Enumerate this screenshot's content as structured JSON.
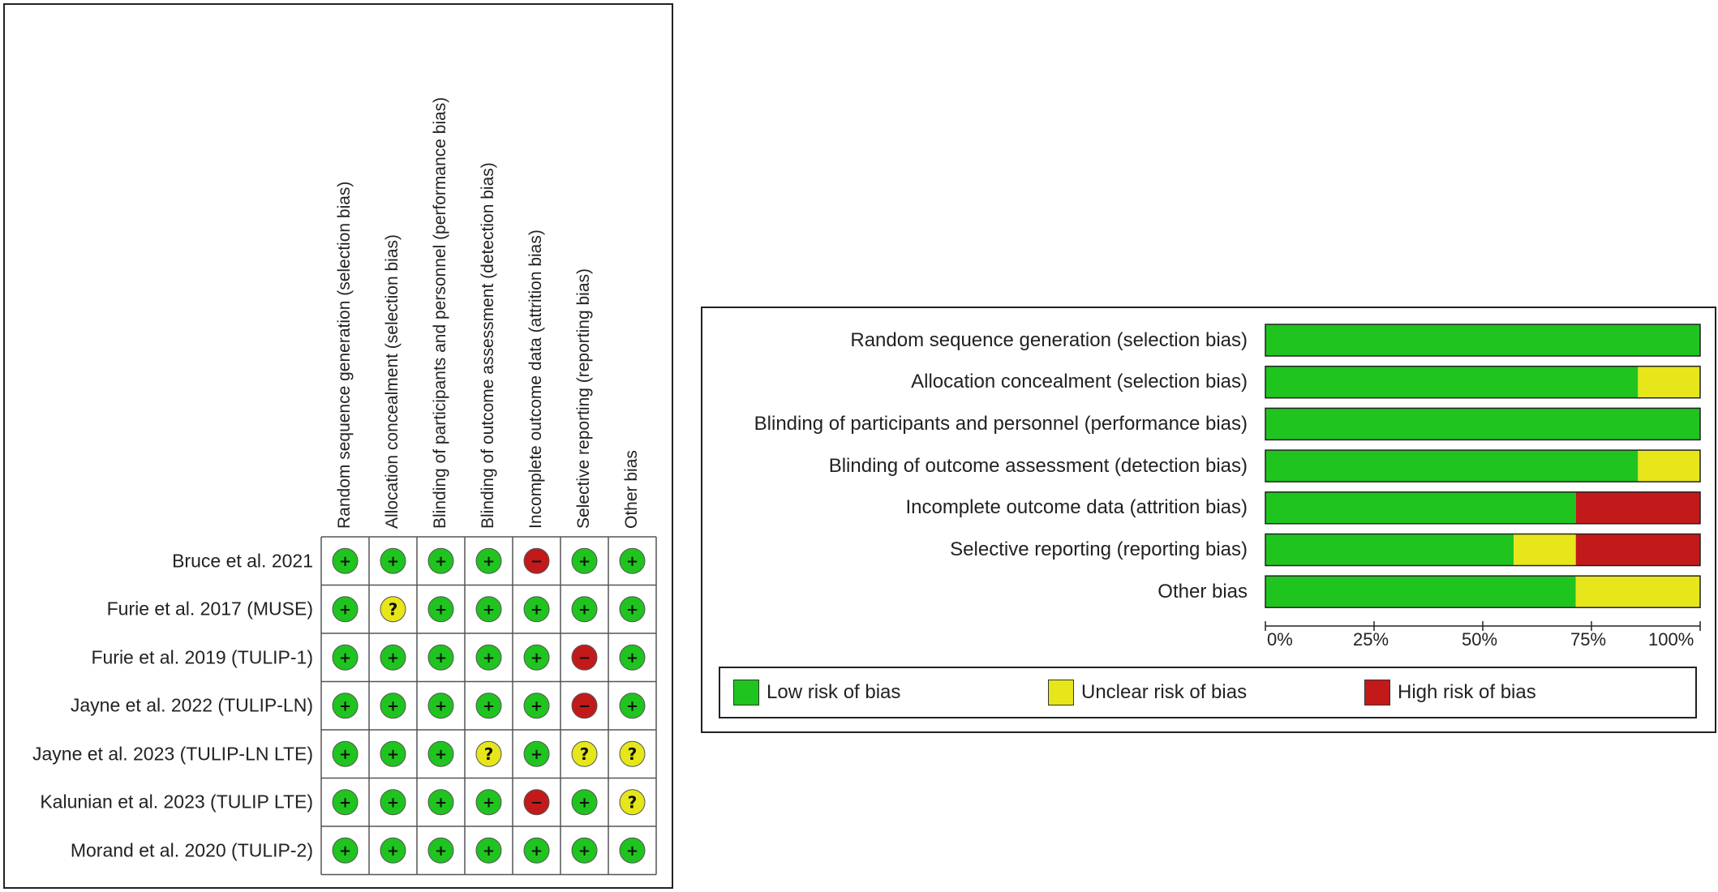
{
  "chart_data": [
    {
      "type": "table",
      "kind": "risk-of-bias-summary",
      "domains": [
        "Random sequence generation (selection bias)",
        "Allocation concealment (selection bias)",
        "Blinding of participants and personnel (performance bias)",
        "Blinding of outcome assessment (detection bias)",
        "Incomplete outcome data (attrition bias)",
        "Selective reporting (reporting bias)",
        "Other bias"
      ],
      "studies": [
        {
          "name": "Bruce et al. 2021",
          "ratings": [
            "low",
            "low",
            "low",
            "low",
            "high",
            "low",
            "low"
          ]
        },
        {
          "name": "Furie et al. 2017 (MUSE)",
          "ratings": [
            "low",
            "unclear",
            "low",
            "low",
            "low",
            "low",
            "low"
          ]
        },
        {
          "name": "Furie et al. 2019 (TULIP-1)",
          "ratings": [
            "low",
            "low",
            "low",
            "low",
            "low",
            "high",
            "low"
          ]
        },
        {
          "name": "Jayne et al. 2022 (TULIP-LN)",
          "ratings": [
            "low",
            "low",
            "low",
            "low",
            "low",
            "high",
            "low"
          ]
        },
        {
          "name": "Jayne et al. 2023 (TULIP-LN LTE)",
          "ratings": [
            "low",
            "low",
            "low",
            "unclear",
            "low",
            "unclear",
            "unclear"
          ]
        },
        {
          "name": "Kalunian et al. 2023 (TULIP LTE)",
          "ratings": [
            "low",
            "low",
            "low",
            "low",
            "high",
            "low",
            "unclear"
          ]
        },
        {
          "name": "Morand et al. 2020 (TULIP-2)",
          "ratings": [
            "low",
            "low",
            "low",
            "low",
            "low",
            "low",
            "low"
          ]
        }
      ],
      "symbols": {
        "low": "+",
        "unclear": "?",
        "high": "−"
      }
    },
    {
      "type": "bar",
      "stacked": true,
      "orientation": "horizontal",
      "kind": "risk-of-bias-graph",
      "categories": [
        "Random sequence generation (selection bias)",
        "Allocation concealment (selection bias)",
        "Blinding of participants and personnel (performance bias)",
        "Blinding of outcome assessment (detection bias)",
        "Incomplete outcome data (attrition bias)",
        "Selective reporting (reporting bias)",
        "Other bias"
      ],
      "series": [
        {
          "name": "Low risk of bias",
          "key": "low",
          "values": [
            100,
            85.7,
            100,
            85.7,
            71.4,
            57.1,
            71.4
          ]
        },
        {
          "name": "Unclear risk of bias",
          "key": "unclear",
          "values": [
            0,
            14.3,
            0,
            14.3,
            0,
            14.3,
            28.6
          ]
        },
        {
          "name": "High risk of bias",
          "key": "high",
          "values": [
            0,
            0,
            0,
            0,
            28.6,
            28.6,
            0
          ]
        }
      ],
      "xlim": [
        0,
        100
      ],
      "ticks": [
        "0%",
        "25%",
        "50%",
        "75%",
        "100%"
      ],
      "legend_placement": "bottom"
    }
  ],
  "colors": {
    "low": "#1fc41f",
    "unclear": "#e6e61a",
    "high": "#c21a1a",
    "outline": "#222222"
  }
}
